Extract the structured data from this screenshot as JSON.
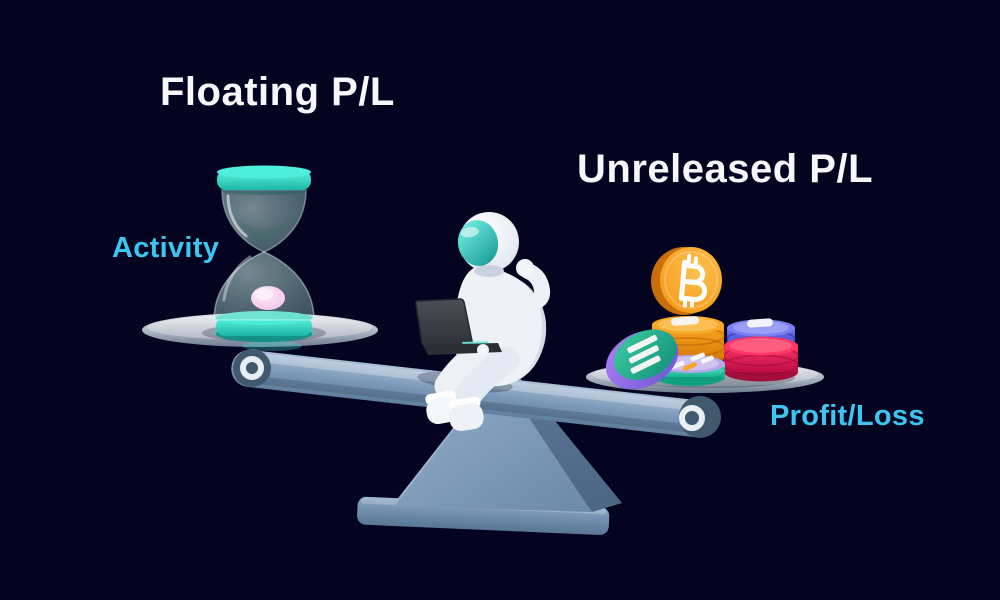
{
  "scene": {
    "background": "#050420",
    "titles": {
      "left": "Floating P/L",
      "right": "Unreleased P/L"
    },
    "captions": {
      "left": "Activity",
      "right": "Profit/Loss"
    },
    "bitcoin_symbol": "₿",
    "illustration": {
      "type": "seesaw-balance-3d",
      "left_pan_item": "hourglass",
      "center_item": "astronaut-with-laptop",
      "right_pan_items": [
        "bitcoin-coin",
        "orange-chip-stack",
        "blue-chip-stack",
        "red-chip-stack",
        "teal-chip-stack",
        "solana-coin"
      ]
    },
    "colors": {
      "title_text": "#f7f7f9",
      "caption_text": "#3dc5f2",
      "seesaw_blue": "#7e9cba",
      "pan_gray": "#c7ccd4",
      "hourglass_teal": "#2ed9c3",
      "sand_pink": "#f5c7e8",
      "astronaut_white": "#f2f4f8",
      "visor_teal": "#49ddd3",
      "laptop_gray": "#3b4046",
      "bitcoin_orange": "#f79c1c",
      "chip_blue": "#5e63ea",
      "chip_red": "#ef2058",
      "chip_teal": "#35e6bd",
      "solana_purple": "#a36cf4"
    }
  }
}
